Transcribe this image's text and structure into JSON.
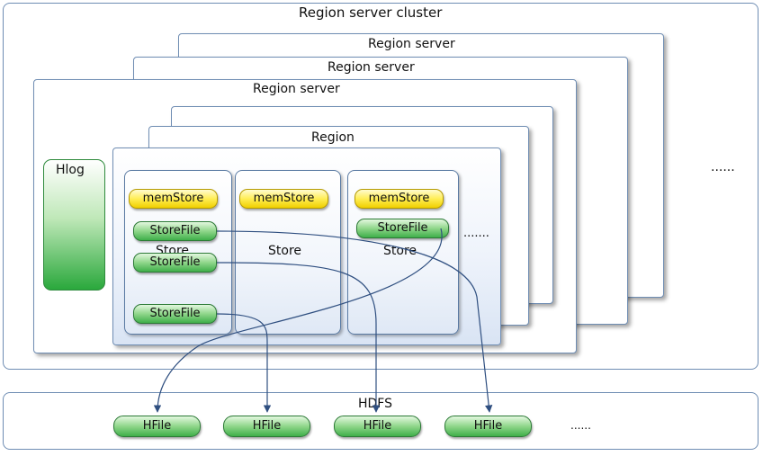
{
  "cluster": {
    "label": "Region server cluster",
    "ellipsis": "......"
  },
  "region_servers": [
    {
      "label": "Region server"
    },
    {
      "label": "Region server"
    },
    {
      "label": "Region server"
    }
  ],
  "region": {
    "label": "Region"
  },
  "hlog": {
    "label": "Hlog"
  },
  "stores": [
    {
      "memstore": "memStore",
      "label": "Store",
      "storefiles": [
        "StoreFile",
        "StoreFile",
        "StoreFile"
      ]
    },
    {
      "memstore": "memStore",
      "label": "Store",
      "storefiles": []
    },
    {
      "memstore": "memStore",
      "label": "Store",
      "storefiles": [
        "StoreFile"
      ]
    }
  ],
  "stores_ellipsis": ".......",
  "hdfs": {
    "label": "HDFS",
    "hfiles": [
      "HFile",
      "HFile",
      "HFile",
      "HFile"
    ],
    "ellipsis": "......"
  },
  "colors": {
    "border": "#6f8db3",
    "memstore": "#ffee55",
    "storefile": "#5cc063",
    "arrow": "#2f4f80"
  }
}
